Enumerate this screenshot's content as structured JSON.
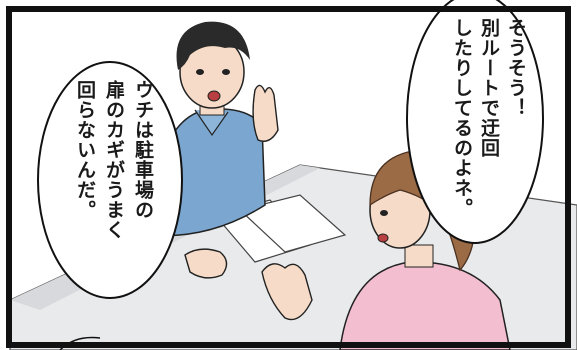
{
  "panel": {
    "background_color": "#ffffff",
    "border_color": "#111111",
    "skin_color": "#f6dcc8",
    "man_shirt_color": "#7aa6cf",
    "man_hair_color": "#2a2a2a",
    "woman_hair_color": "#9a6b45",
    "woman_shirt_color": "#f3bfd0",
    "table_color": "#e9eaec"
  },
  "speech_right": {
    "lines": [
      "そうそう！",
      "別ルートで迂回",
      "したりしてるのよネ。"
    ]
  },
  "speech_left": {
    "lines": [
      "ウチは駐車場の",
      "扉のカギがうまく",
      "回らないんだ。"
    ]
  }
}
